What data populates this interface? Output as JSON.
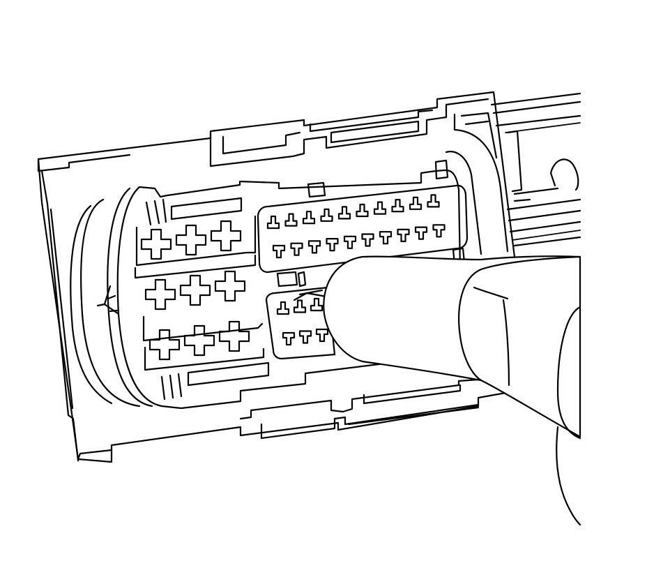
{
  "illustration": {
    "subject": "connector-release-by-hand",
    "line_color": "#000000",
    "background_color": "#ffffff",
    "cavity_counts": {
      "large_cross_terminals": 9,
      "upper_block_top_row": 10,
      "upper_block_bottom_row": 10,
      "lower_block_top_row": 3,
      "lower_block_bottom_row": 3
    }
  }
}
